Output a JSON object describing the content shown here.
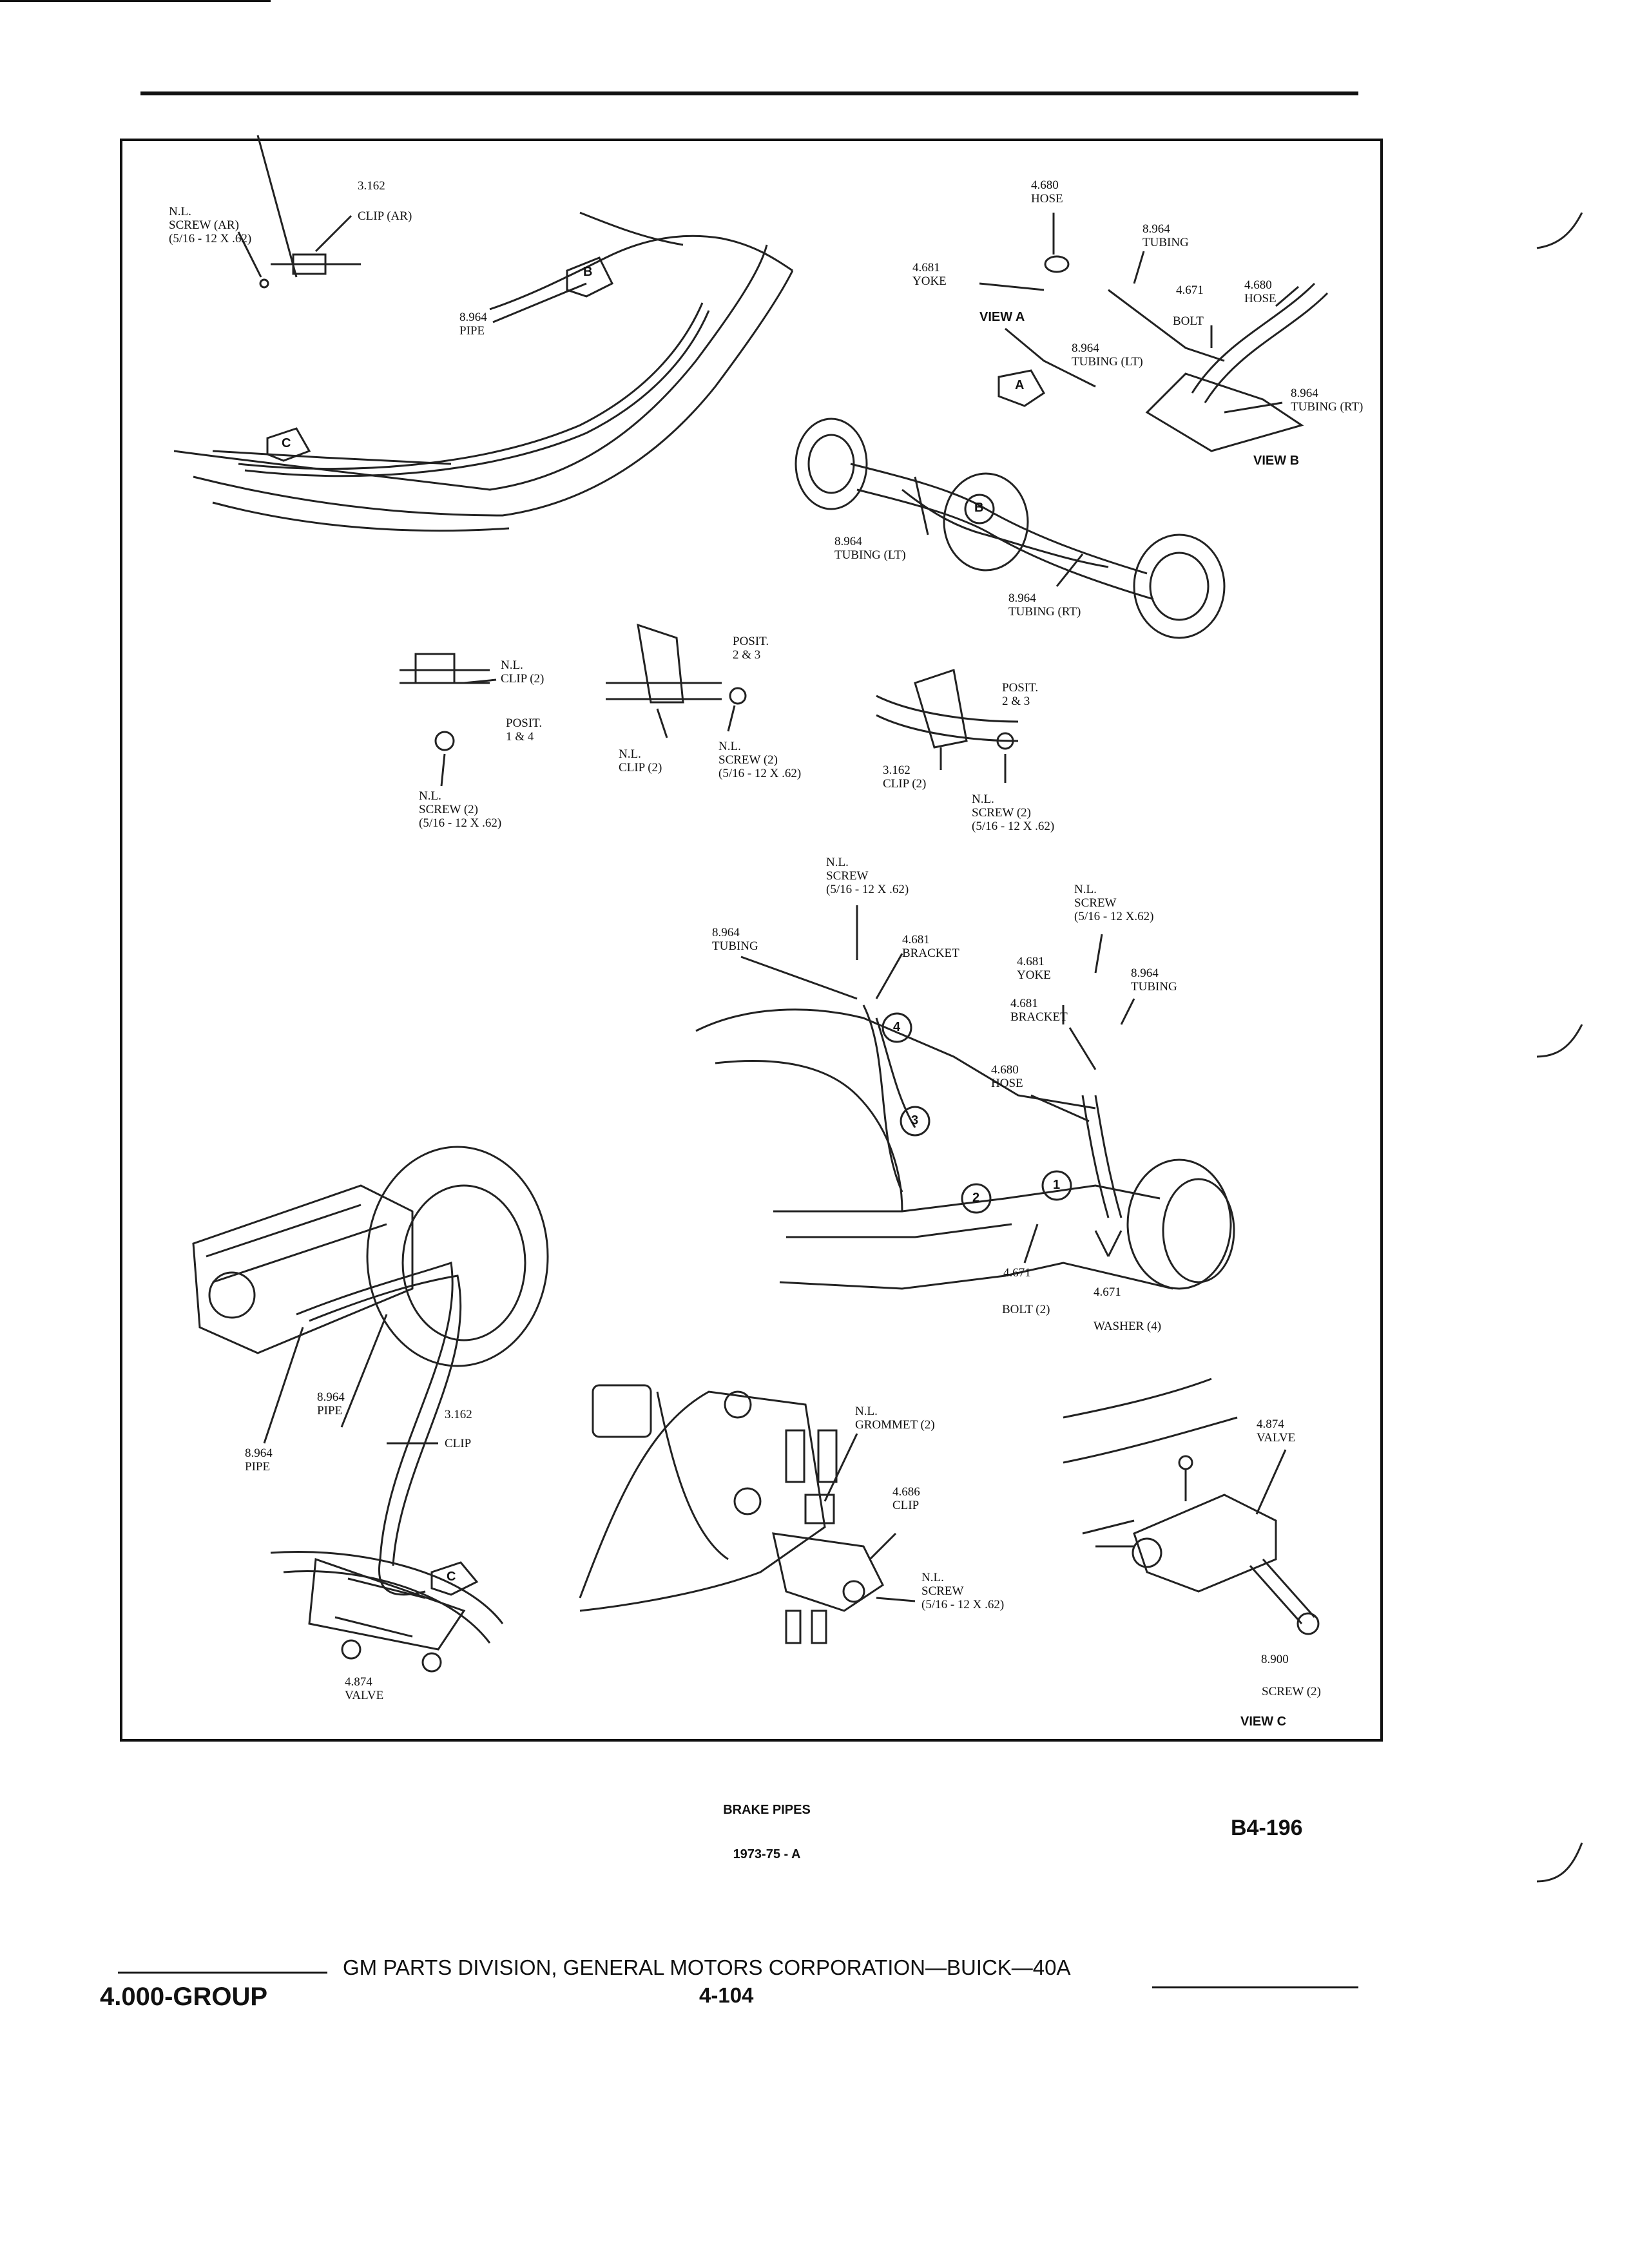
{
  "callouts": {
    "c01": [
      "3.162"
    ],
    "c02": [
      "N.L.",
      "SCREW (AR)",
      "(5/16 - 12 x .62)"
    ],
    "c03": [
      "CLIP (AR)"
    ],
    "c04": [
      "8.964",
      "PIPE"
    ],
    "c05": [
      "4.680",
      "HOSE"
    ],
    "c06": [
      "8.964",
      "TUBING"
    ],
    "c07": [
      "4.681",
      "YOKE"
    ],
    "c08": [
      "VIEW A"
    ],
    "c09": [
      "4.671"
    ],
    "c10": [
      "4.680",
      "HOSE"
    ],
    "c11": [
      "BOLT"
    ],
    "c12": [
      "8.964",
      "TUBING (LT)"
    ],
    "c13": [
      "8.964",
      "TUBING (RT)"
    ],
    "c14": [
      "VIEW B"
    ],
    "c15": [
      "8.964",
      "TUBING (LT)"
    ],
    "c16": [
      "8.964",
      "TUBING (RT)"
    ],
    "c17": [
      "N.L.",
      "CLIP (2)"
    ],
    "c18": [
      "POSIT.",
      "1 & 4"
    ],
    "c19": [
      "N.L.",
      "SCREW (2)",
      "(5/16 - 12 x .62)"
    ],
    "c20": [
      "POSIT.",
      "2 & 3"
    ],
    "c21": [
      "N.L.",
      "CLIP (2)"
    ],
    "c22": [
      "N.L.",
      "SCREW (2)",
      "(5/16 - 12 x .62)"
    ],
    "c23": [
      "POSIT.",
      "2 & 3"
    ],
    "c24": [
      "3.162",
      "CLIP (2)"
    ],
    "c25": [
      "N.L.",
      "SCREW (2)",
      "(5/16 - 12 x .62)"
    ],
    "c26": [
      "N.L.",
      "SCREW",
      "(5/16 - 12 x .62)"
    ],
    "c27": [
      "8.964",
      "TUBING"
    ],
    "c28": [
      "4.681",
      "BRACKET"
    ],
    "c29": [
      "N.L.",
      "SCREW",
      "(5/16 - 12 x.62)"
    ],
    "c30": [
      "4.681",
      "YOKE"
    ],
    "c31": [
      "8.964",
      "TUBING"
    ],
    "c32": [
      "4.681",
      "BRACKET"
    ],
    "c33": [
      "4.680",
      "HOSE"
    ],
    "c34": [
      "4.671"
    ],
    "c35": [
      "4.671"
    ],
    "c36": [
      "BOLT (2)"
    ],
    "c37": [
      "WASHER (4)"
    ],
    "c38": [
      "8.964",
      "PIPE"
    ],
    "c39": [
      "3.162"
    ],
    "c40": [
      "CLIP"
    ],
    "c41": [
      "8.964",
      "PIPE"
    ],
    "c42": [
      "4.874",
      "VALVE"
    ],
    "c43": [
      "N.L.",
      "GROMMET (2)"
    ],
    "c44": [
      "4.686",
      "CLIP"
    ],
    "c45": [
      "N.L.",
      "SCREW",
      "(5/16 - 12 x .62)"
    ],
    "c46": [
      "4.874",
      "VALVE"
    ],
    "c47": [
      "8.900"
    ],
    "c48": [
      "SCREW (2)"
    ],
    "c49": [
      "VIEW C"
    ]
  },
  "view_markers": {
    "a": "A",
    "b": "B",
    "c": "C",
    "b_axle": "B",
    "c_lower": "C",
    "n1": "1",
    "n2": "2",
    "n3": "3",
    "n4": "4"
  },
  "caption": {
    "title": "BRAKE PIPES",
    "subtitle": "1973-75 - A"
  },
  "figure_code": "B4-196",
  "footer": {
    "group": "4.000-GROUP",
    "publisher": "GM PARTS DIVISION, GENERAL MOTORS CORPORATION—BUICK—40A",
    "page_number": "4-104"
  }
}
